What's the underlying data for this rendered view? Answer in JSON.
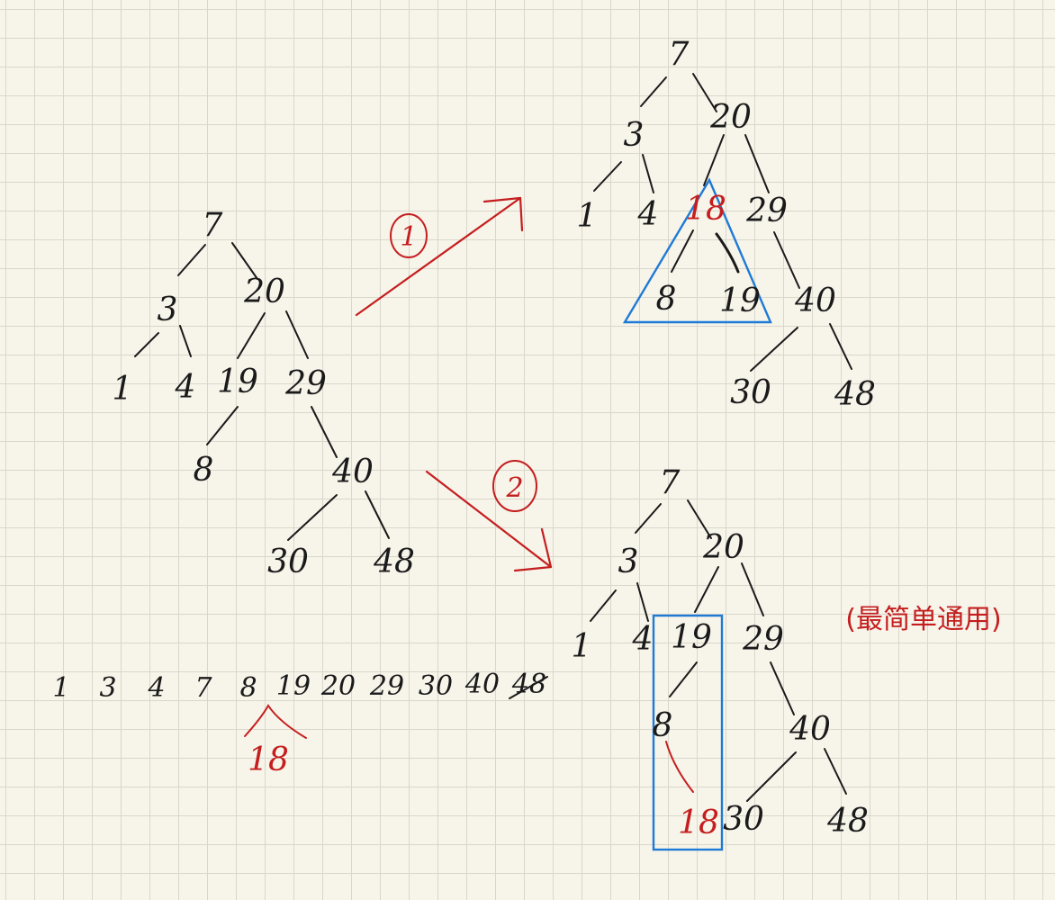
{
  "original_tree": {
    "root": "7",
    "l": "3",
    "r": "20",
    "ll": "1",
    "lr": "4",
    "rl": "19",
    "rr": "29",
    "rll": "8",
    "rrr": "40",
    "rrrl": "30",
    "rrrr": "48"
  },
  "step_labels": {
    "one": "1",
    "two": "2"
  },
  "result_one": {
    "root": "7",
    "l": "3",
    "r": "20",
    "ll": "1",
    "lr": "4",
    "rl": "18",
    "rr": "29",
    "rll": "8",
    "rlr": "19",
    "rrr": "40",
    "rrrl": "30",
    "rrrr": "48"
  },
  "result_two": {
    "root": "7",
    "l": "3",
    "r": "20",
    "ll": "1",
    "lr": "4",
    "rl": "19",
    "rr": "29",
    "rll": "8",
    "rllr": "18",
    "rrr": "40",
    "rrrl": "30",
    "rrrr": "48"
  },
  "note": "(最简单通用)",
  "sequence": [
    "1",
    "3",
    "4",
    "7",
    "8",
    "19",
    "20",
    "29",
    "30",
    "40",
    "48"
  ],
  "insert_value": "18",
  "colors": {
    "ink": "#1a1a1a",
    "red": "#c41e1e",
    "blue": "#1f7ad6",
    "grid": "#d9d6cc"
  }
}
